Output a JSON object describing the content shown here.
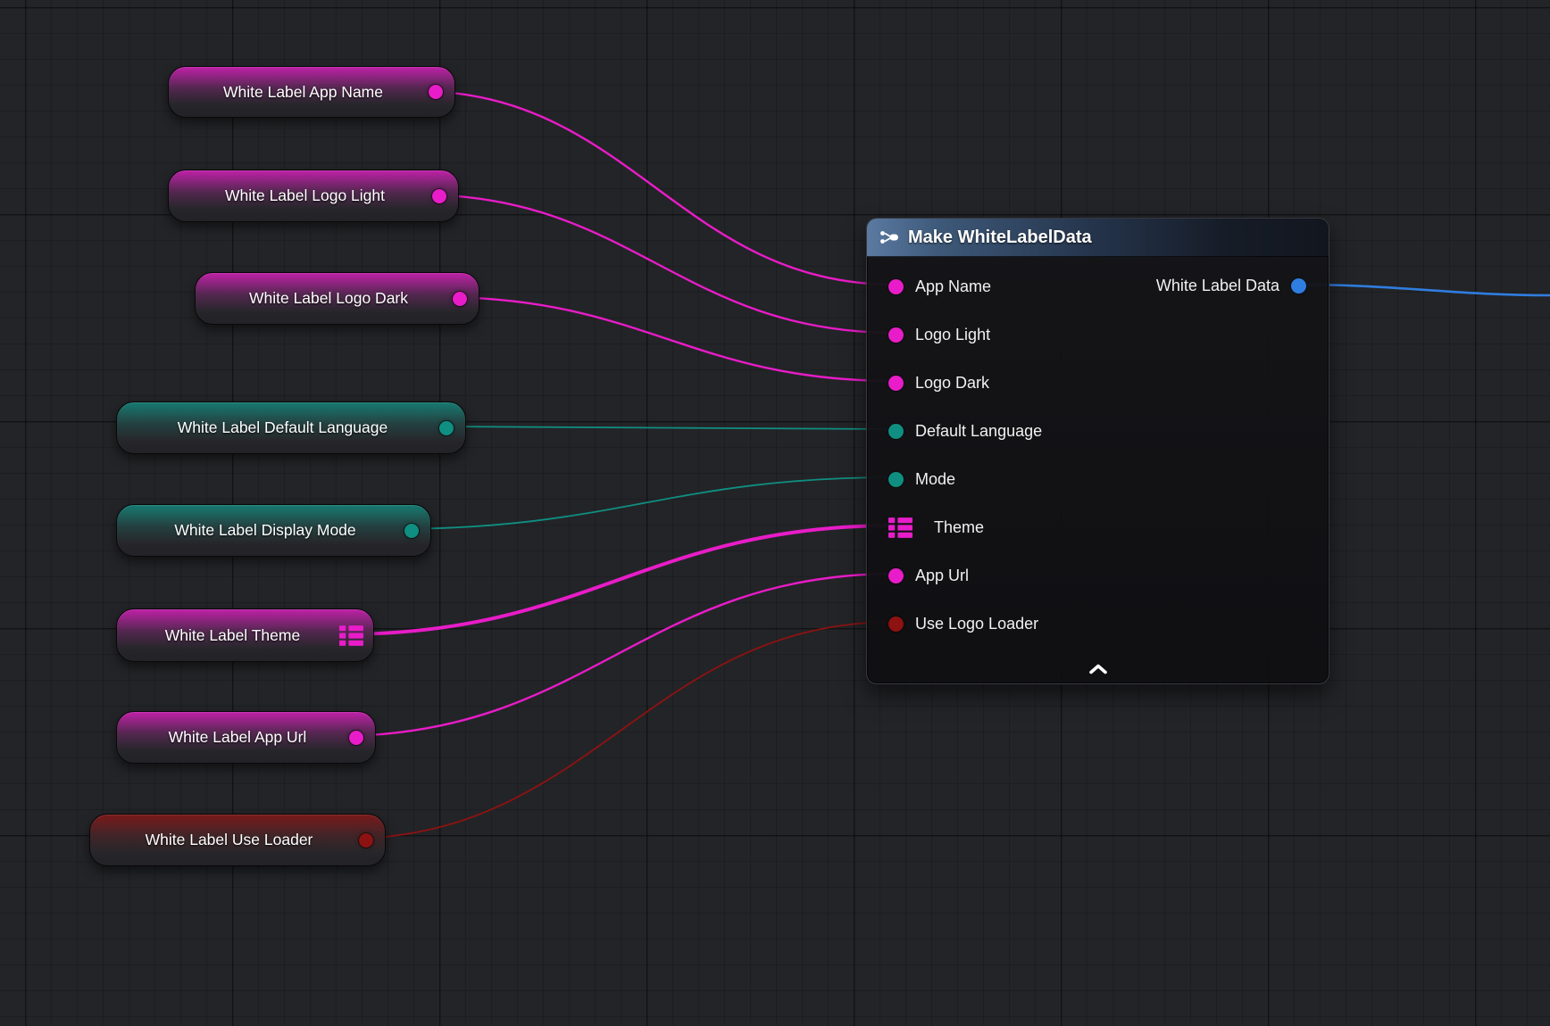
{
  "colors": {
    "magenta": "#e81cc8",
    "teal": "#0f8f82",
    "red": "#8e1212",
    "blue": "#2f7de0"
  },
  "getters": [
    {
      "id": "white-label-app-name",
      "label": "White Label App Name",
      "type": "magenta",
      "pin": "circle"
    },
    {
      "id": "white-label-logo-light",
      "label": "White Label Logo Light",
      "type": "magenta",
      "pin": "circle"
    },
    {
      "id": "white-label-logo-dark",
      "label": "White Label Logo Dark",
      "type": "magenta",
      "pin": "circle"
    },
    {
      "id": "white-label-default-language",
      "label": "White Label Default Language",
      "type": "teal",
      "pin": "circle"
    },
    {
      "id": "white-label-display-mode",
      "label": "White Label Display Mode",
      "type": "teal",
      "pin": "circle"
    },
    {
      "id": "white-label-theme",
      "label": "White Label Theme",
      "type": "magenta",
      "pin": "struct-grid"
    },
    {
      "id": "white-label-app-url",
      "label": "White Label App Url",
      "type": "magenta",
      "pin": "circle"
    },
    {
      "id": "white-label-use-loader",
      "label": "White Label Use Loader",
      "type": "red",
      "pin": "circle"
    }
  ],
  "make_node": {
    "title": "Make WhiteLabelData",
    "header_icon": "make-struct-icon",
    "inputs": [
      {
        "label": "App Name",
        "type": "magenta",
        "pin": "circle"
      },
      {
        "label": "Logo Light",
        "type": "magenta",
        "pin": "circle"
      },
      {
        "label": "Logo Dark",
        "type": "magenta",
        "pin": "circle"
      },
      {
        "label": "Default Language",
        "type": "teal",
        "pin": "circle"
      },
      {
        "label": "Mode",
        "type": "teal",
        "pin": "circle"
      },
      {
        "label": "Theme",
        "type": "magenta",
        "pin": "struct-grid"
      },
      {
        "label": "App Url",
        "type": "magenta",
        "pin": "circle"
      },
      {
        "label": "Use Logo Loader",
        "type": "red",
        "pin": "circle"
      }
    ],
    "output": {
      "label": "White Label Data",
      "type": "blue",
      "pin": "circle"
    },
    "collapse_icon": "chevron-up"
  }
}
